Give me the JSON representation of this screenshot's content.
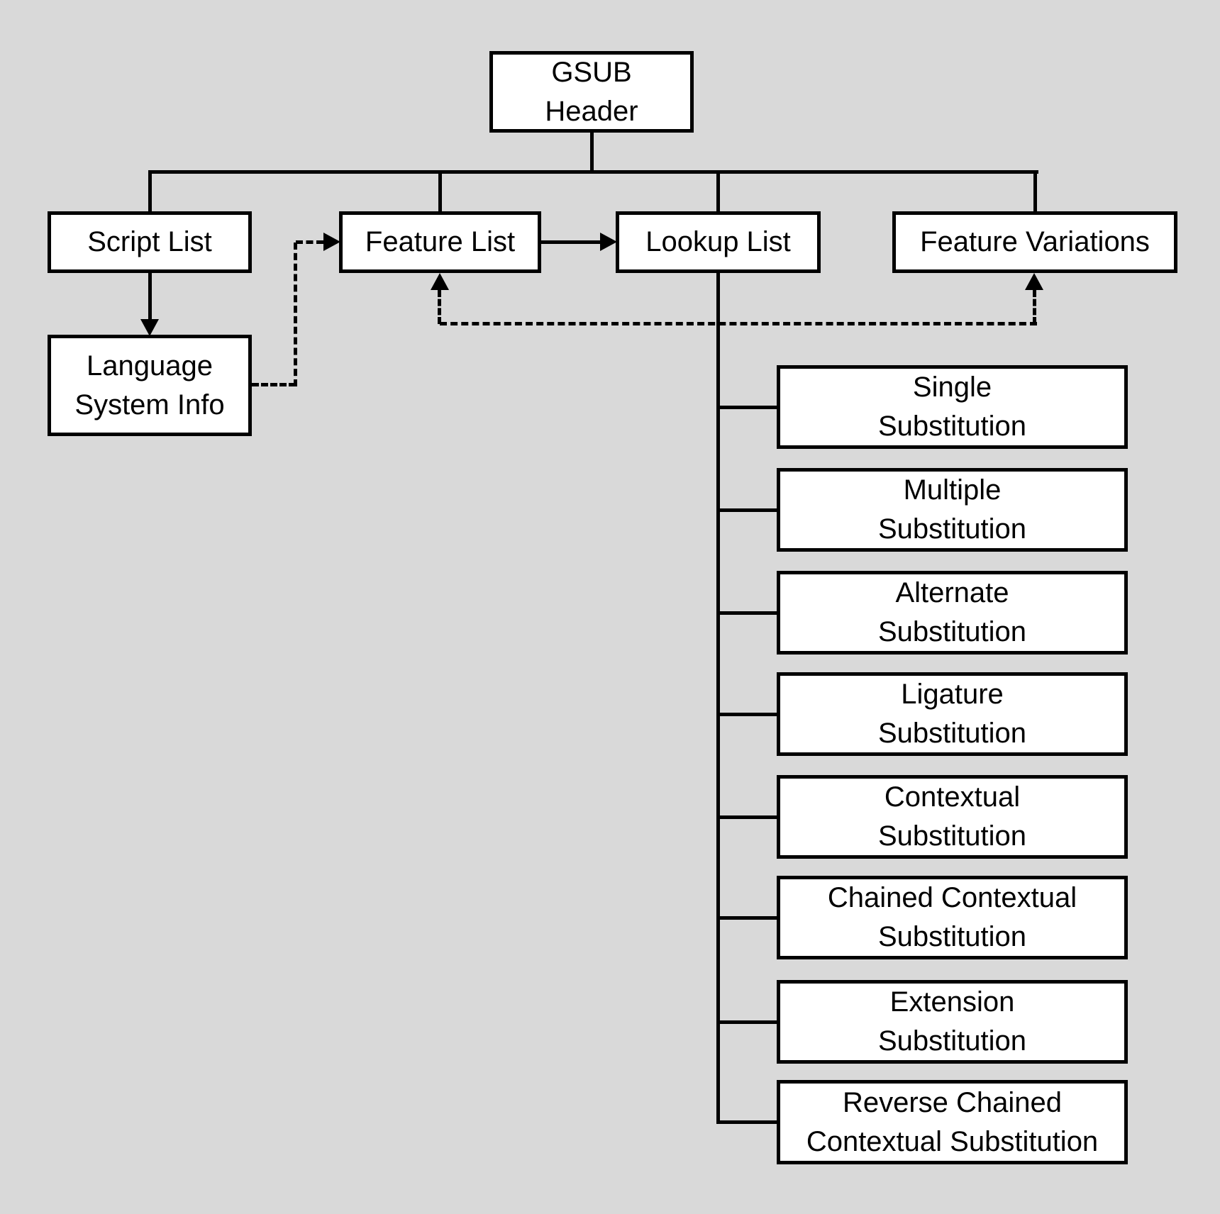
{
  "colors": {
    "bg": "#d9d9d9",
    "fill": "#ffffff",
    "ink": "#000000"
  },
  "nodes": {
    "gsub_header": {
      "lines": [
        "GSUB",
        "Header"
      ]
    },
    "script_list": {
      "label": "Script List"
    },
    "feature_list": {
      "label": "Feature List"
    },
    "lookup_list": {
      "label": "Lookup List"
    },
    "feature_variations": {
      "label": "Feature Variations"
    },
    "language_system_info": {
      "lines": [
        "Language",
        "System Info"
      ]
    },
    "lookup_types": [
      {
        "lines": [
          "Single",
          "Substitution"
        ]
      },
      {
        "lines": [
          "Multiple",
          "Substitution"
        ]
      },
      {
        "lines": [
          "Alternate",
          "Substitution"
        ]
      },
      {
        "lines": [
          "Ligature",
          "Substitution"
        ]
      },
      {
        "lines": [
          "Contextual",
          "Substitution"
        ]
      },
      {
        "lines": [
          "Chained Contextual",
          "Substitution"
        ]
      },
      {
        "lines": [
          "Extension",
          "Substitution"
        ]
      },
      {
        "lines": [
          "Reverse Chained",
          "Contextual Substitution"
        ]
      }
    ]
  },
  "edges": [
    {
      "from": "gsub_header",
      "to": "script_list",
      "style": "solid"
    },
    {
      "from": "gsub_header",
      "to": "feature_list",
      "style": "solid"
    },
    {
      "from": "gsub_header",
      "to": "lookup_list",
      "style": "solid"
    },
    {
      "from": "gsub_header",
      "to": "feature_variations",
      "style": "solid"
    },
    {
      "from": "script_list",
      "to": "language_system_info",
      "style": "solid-arrow"
    },
    {
      "from": "language_system_info",
      "to": "feature_list",
      "style": "dashed-arrow"
    },
    {
      "from": "feature_list",
      "to": "lookup_list",
      "style": "solid-arrow"
    },
    {
      "from": "lookup_list",
      "to": "feature_list",
      "style": "dashed-arrow"
    },
    {
      "from": "lookup_list",
      "to": "feature_variations",
      "style": "dashed-arrow"
    },
    {
      "from": "lookup_list",
      "to": "lookup_types",
      "style": "solid-tree"
    }
  ]
}
